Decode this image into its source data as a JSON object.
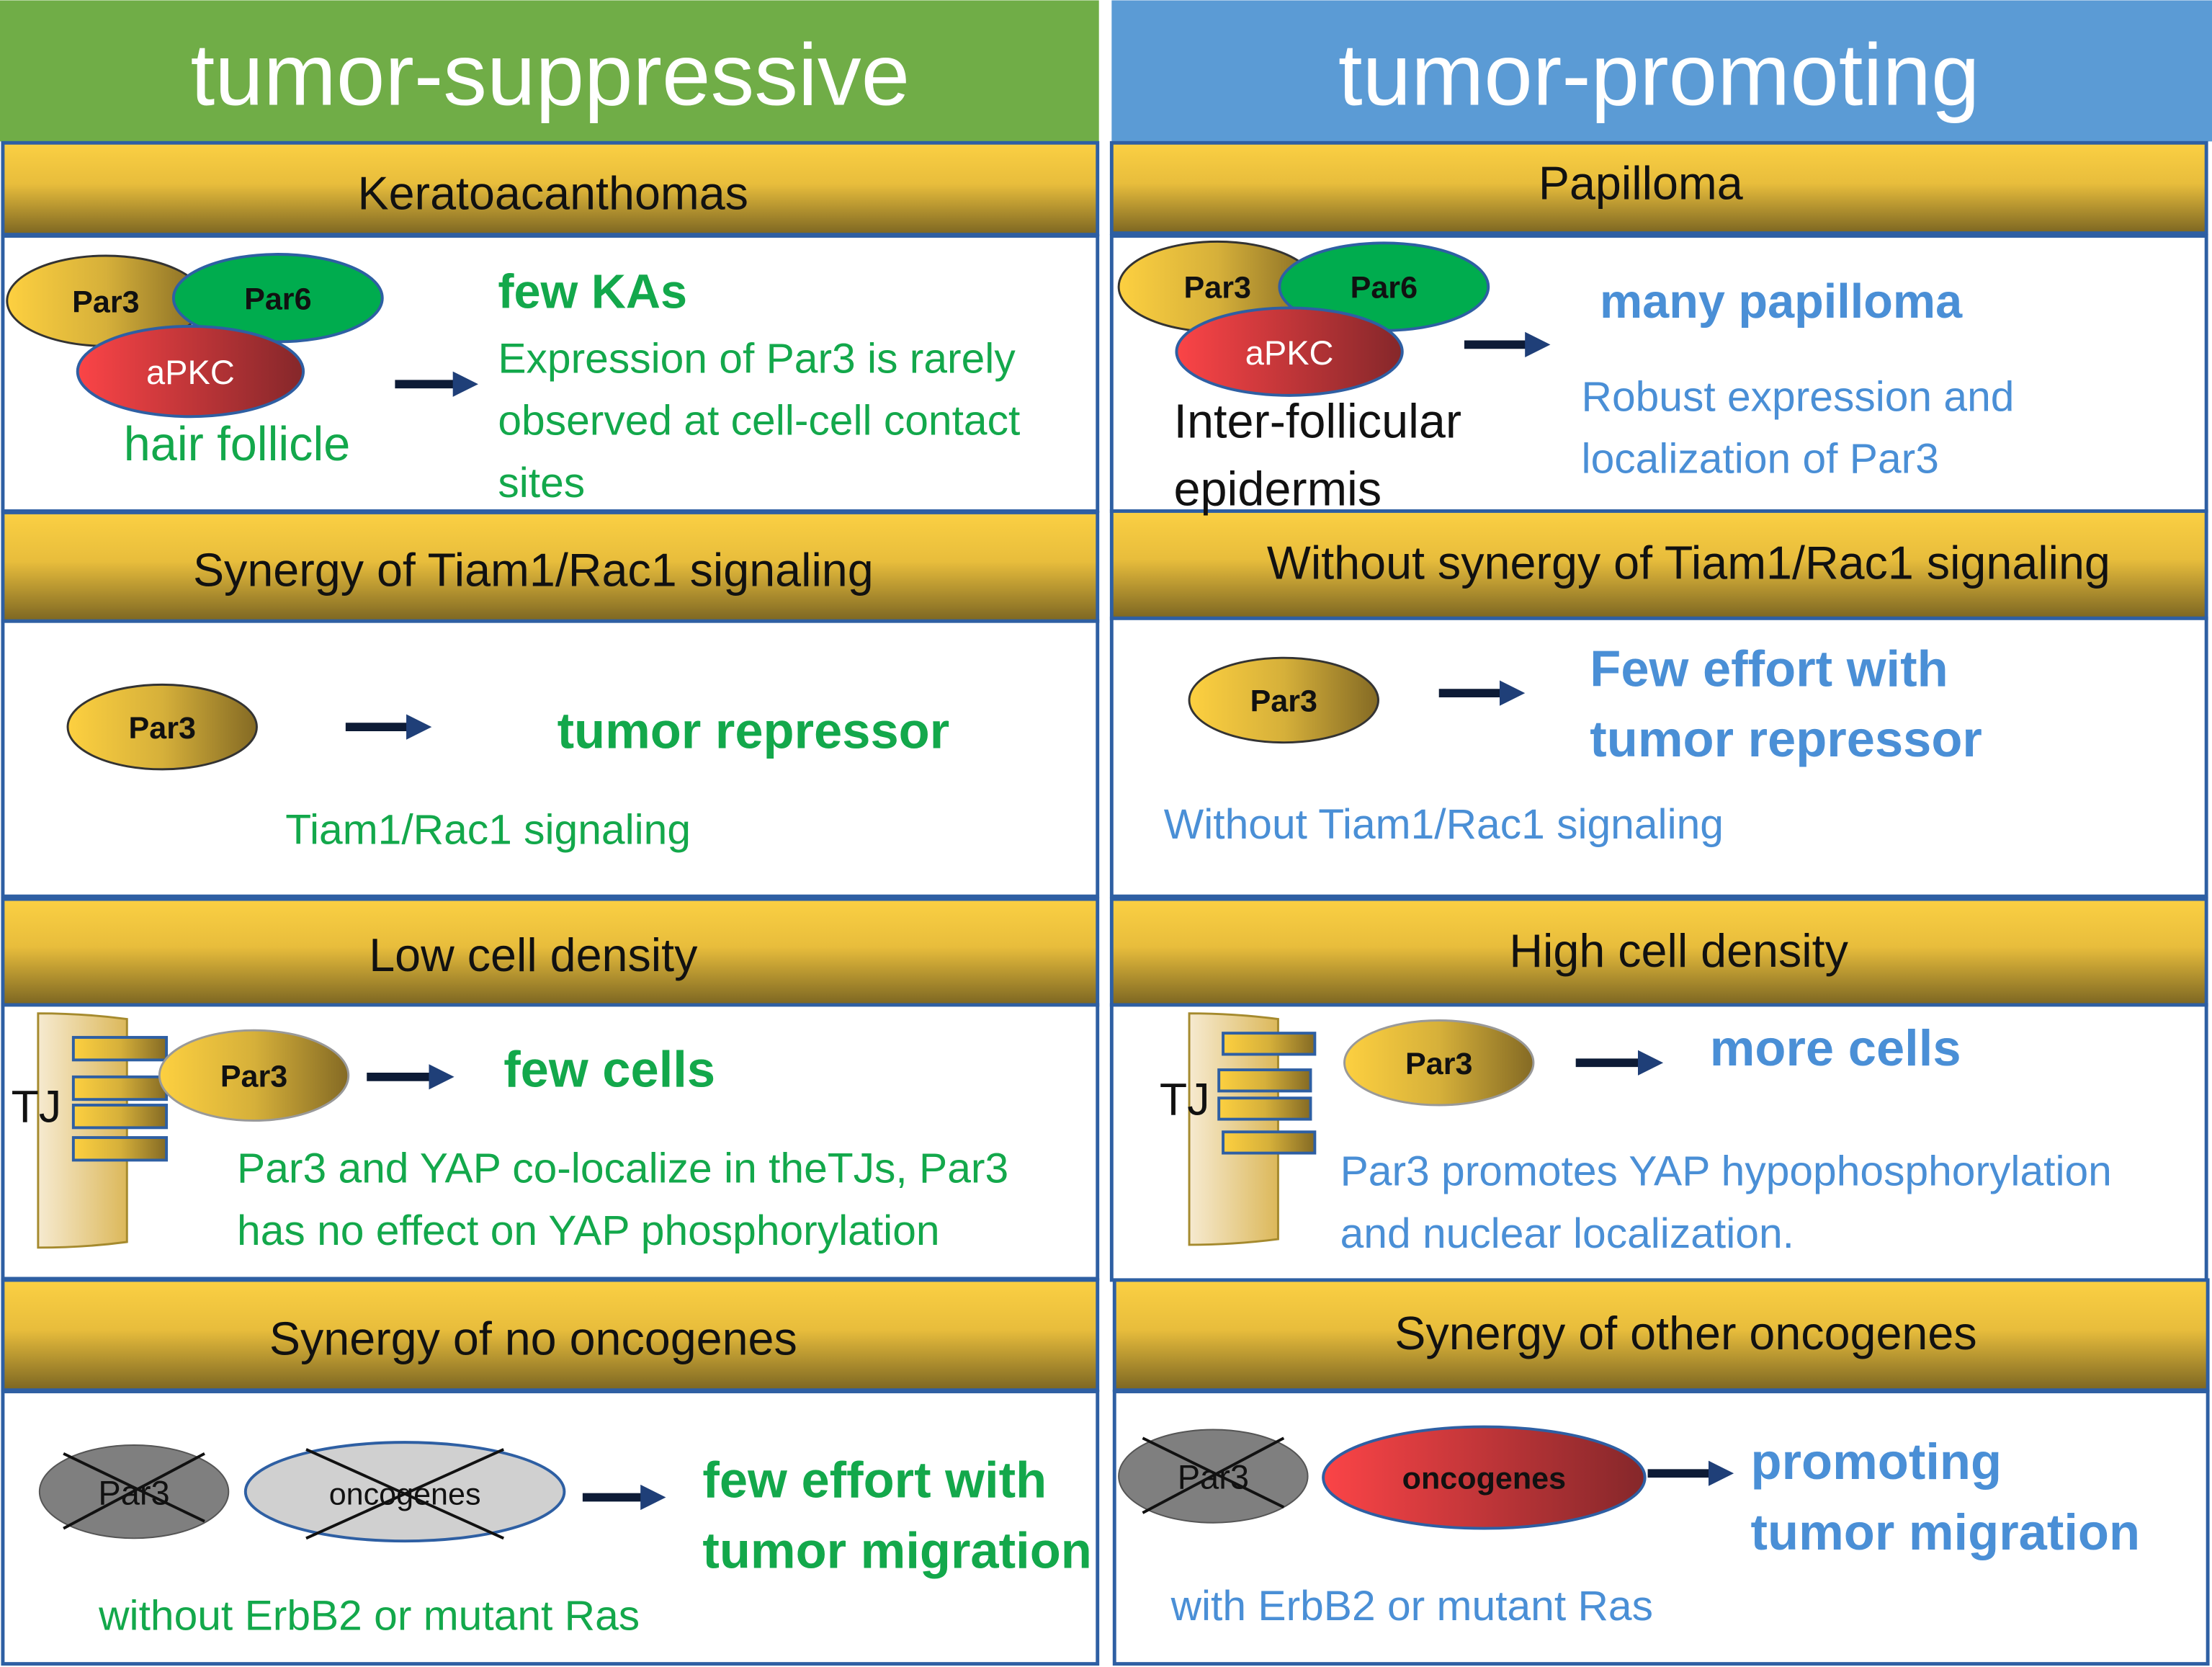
{
  "colors": {
    "suppressive": "#70ad47",
    "promoting": "#5b9bd5",
    "green_text": "#13a84b",
    "blue_text": "#4a8fd6"
  },
  "left": {
    "title": "tumor-suppressive",
    "rows": [
      {
        "band": "Keratoacanthomas",
        "labels": {
          "par3": "Par3",
          "par6": "Par6",
          "apkc": "aPKC"
        },
        "location": "hair follicle",
        "result": "few KAs",
        "desc": [
          "Expression of Par3 is rarely",
          "observed at cell-cell contact",
          "sites"
        ]
      },
      {
        "band": "Synergy of  Tiam1/Rac1 signaling",
        "labels": {
          "par3": "Par3"
        },
        "result": "tumor repressor",
        "desc": "Tiam1/Rac1 signaling"
      },
      {
        "band": "Low cell density",
        "labels": {
          "tj": "TJ",
          "par3": "Par3"
        },
        "result": "few cells",
        "desc": [
          "Par3 and YAP co-localize in theTJs, Par3",
          "has no effect on YAP phosphorylation"
        ]
      },
      {
        "band": "Synergy of no oncogenes",
        "labels": {
          "par3": "Par3",
          "onc": "oncogenes"
        },
        "result": [
          "few effort with",
          "tumor migration"
        ],
        "desc": "without ErbB2 or mutant Ras"
      }
    ]
  },
  "right": {
    "title": "tumor-promoting",
    "rows": [
      {
        "band": "Papilloma",
        "labels": {
          "par3": "Par3",
          "par6": "Par6",
          "apkc": "aPKC"
        },
        "location": [
          "Inter-follicular",
          "epidermis"
        ],
        "result": "many papilloma",
        "desc": [
          "Robust expression and",
          "localization of Par3"
        ]
      },
      {
        "band": "Without synergy of Tiam1/Rac1 signaling",
        "labels": {
          "par3": "Par3"
        },
        "result": [
          "Few effort with",
          "tumor repressor"
        ],
        "desc": "Without  Tiam1/Rac1 signaling"
      },
      {
        "band": "High cell density",
        "labels": {
          "tj": "TJ",
          "par3": "Par3"
        },
        "result": "more cells",
        "desc": [
          "Par3 promotes YAP hypophosphorylation",
          "and nuclear localization."
        ]
      },
      {
        "band": "Synergy of other oncogenes",
        "labels": {
          "par3": "Par3",
          "onc": "oncogenes"
        },
        "result": [
          "promoting",
          "tumor migration"
        ],
        "desc": "with ErbB2 or mutant Ras"
      }
    ]
  }
}
